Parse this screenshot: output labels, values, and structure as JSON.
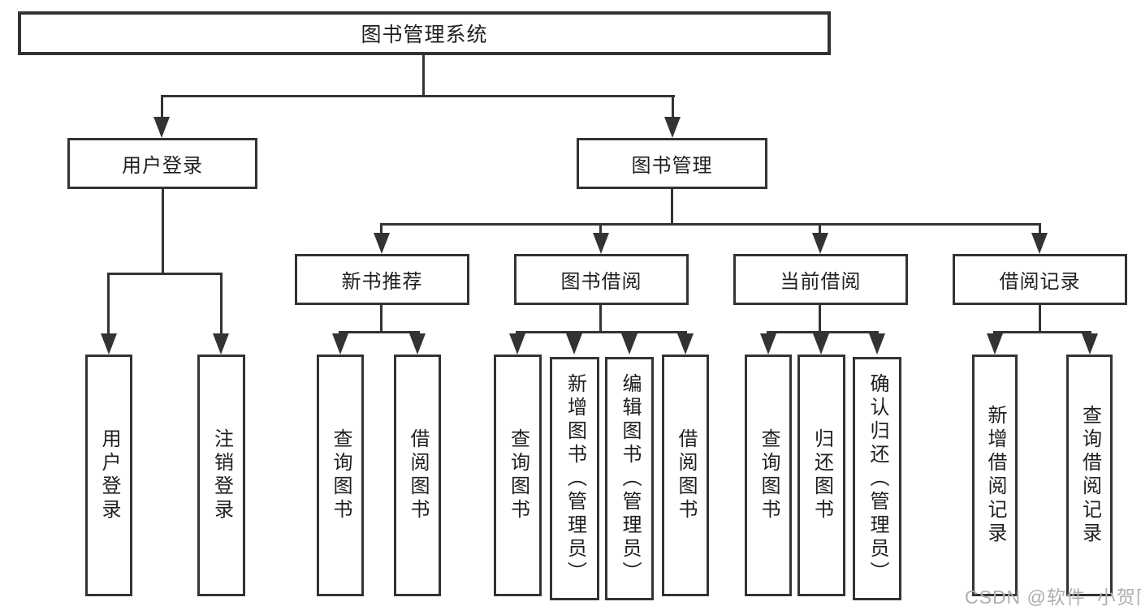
{
  "diagram": {
    "root": {
      "label": "图书管理系统"
    },
    "level2": {
      "user_login": {
        "label": "用户登录"
      },
      "book_management": {
        "label": "图书管理"
      }
    },
    "level3": {
      "new_book_recommend": {
        "label": "新书推荐"
      },
      "book_borrow": {
        "label": "图书借阅"
      },
      "current_borrow": {
        "label": "当前借阅"
      },
      "borrow_record": {
        "label": "借阅记录"
      }
    },
    "leaves": {
      "user_login_group": [
        "用户登录",
        "注销登录"
      ],
      "new_book_group": [
        "查询图书",
        "借阅图书"
      ],
      "book_borrow_group": [
        "查询图书",
        "新增图书（管理员）",
        "编辑图书（管理员）",
        "借阅图书"
      ],
      "current_borrow_group": [
        "查询图书",
        "归还图书",
        "确认归还（管理员）"
      ],
      "borrow_record_group": [
        "新增借阅记录",
        "查询借阅记录"
      ]
    }
  },
  "watermark": {
    "text": "CSDN @软件_小贺同学"
  },
  "colors": {
    "line": "#333333",
    "border": "#333333",
    "text": "#1f1f1f",
    "background": "#ffffff",
    "watermark": "#aab0b5"
  }
}
